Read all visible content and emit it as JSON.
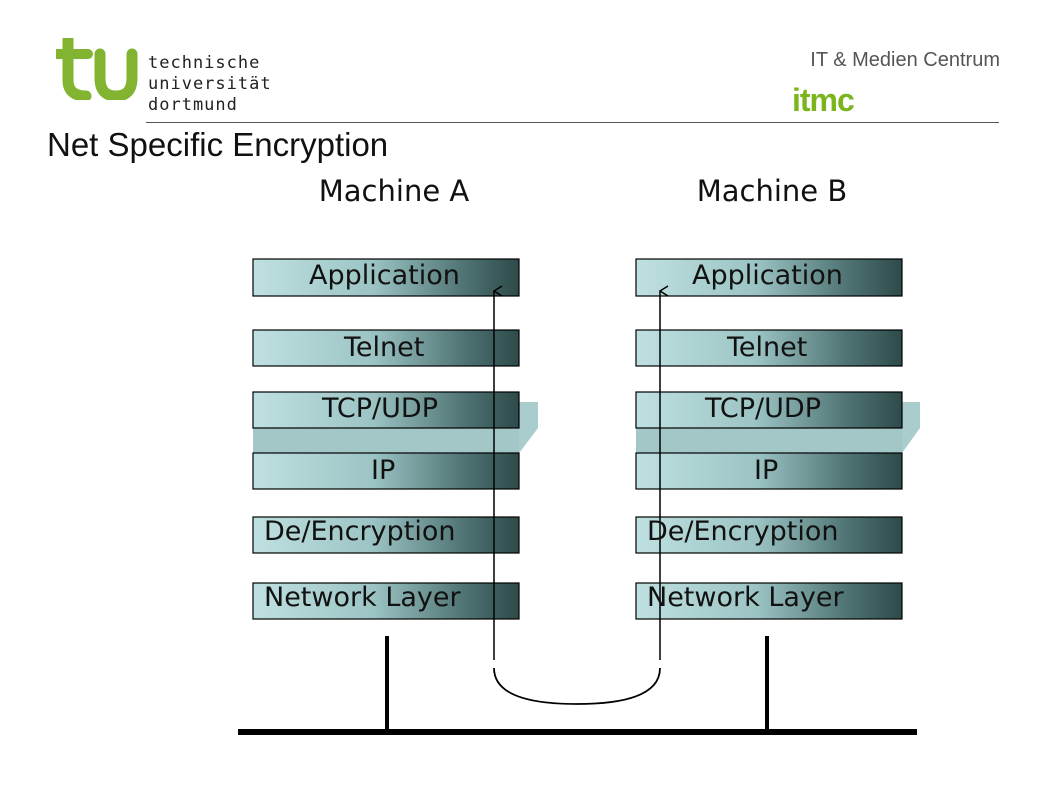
{
  "header": {
    "university": [
      "technische",
      "universität",
      "dortmund"
    ],
    "department": "IT & Medien Centrum",
    "department_logo": "itmc"
  },
  "page_title": "Net Specific Encryption",
  "machines": [
    {
      "label": "Machine A",
      "layers": [
        "Application",
        "Telnet",
        "TCP/UDP",
        "IP",
        "De/Encryption",
        "Network Layer"
      ]
    },
    {
      "label": "Machine B",
      "layers": [
        "Application",
        "Telnet",
        "TCP/UDP",
        "IP",
        "De/Encryption",
        "Network Layer"
      ]
    }
  ],
  "colors": {
    "tu_green": "#82b431",
    "layer_light": "#bfe0e0",
    "layer_dark": "#2e4a4a",
    "shelf": "#a3c6c6",
    "line": "#000000"
  }
}
